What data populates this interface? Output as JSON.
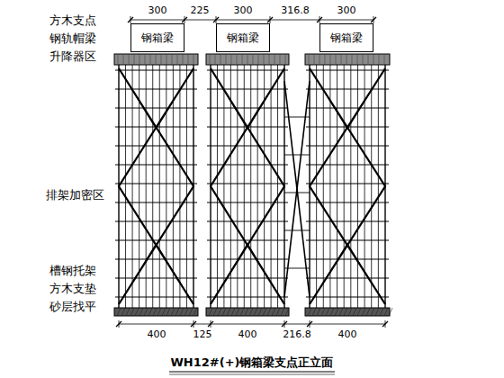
{
  "diagram": {
    "title": "WH12#(+)钢箱梁支点正立面",
    "nodes": [
      {
        "text": [
          "钢箱梁"
        ]
      },
      {
        "text": [
          "钢箱梁"
        ]
      },
      {
        "text": [
          "钢箱梁"
        ]
      }
    ],
    "labels": [
      "300",
      "225",
      "300",
      "316.8",
      "300",
      "方木支点",
      "钢轨帽梁",
      "升降器区",
      "排架加密区",
      "槽钢托架",
      "方木支垫",
      "砂层找平",
      "400",
      "125",
      "400",
      "216.8",
      "400"
    ]
  }
}
